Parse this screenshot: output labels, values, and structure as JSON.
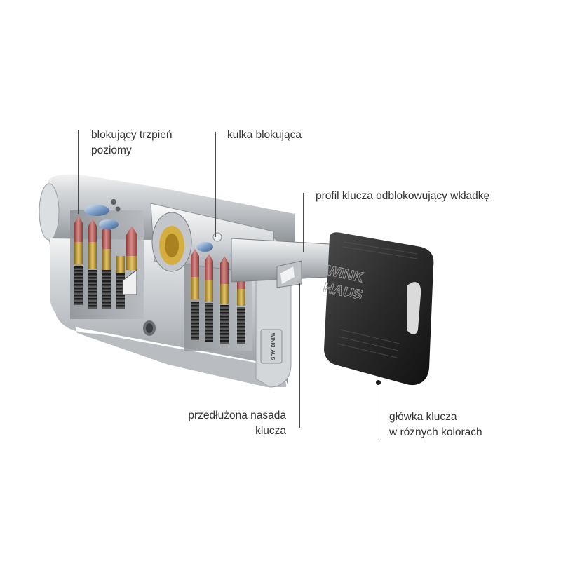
{
  "labels": {
    "locking_pin": {
      "line1": "blokujący trzpień",
      "line2": "poziomy"
    },
    "locking_ball": {
      "line1": "kulka blokująca"
    },
    "key_profile": {
      "line1": "profil klucza odblokowujący wkładkę"
    },
    "extended_shank": {
      "line1": "przedłużona nasada",
      "line2": "klucza"
    },
    "key_head": {
      "line1": "główka klucza",
      "line2": "w różnych kolorach"
    }
  },
  "key_head_logo": {
    "line1": "WINK",
    "line2": "HAUS"
  },
  "cylinder_logo": "WINKHAUS",
  "colors": {
    "text": "#333333",
    "leader": "#4a4a4a",
    "cylinder_body": "#c9ccd0",
    "pin_red": "#b85a5a",
    "pin_brass": "#c9a640",
    "pin_blue": "#7d9fc8",
    "key_head": "#2a2a2a"
  }
}
